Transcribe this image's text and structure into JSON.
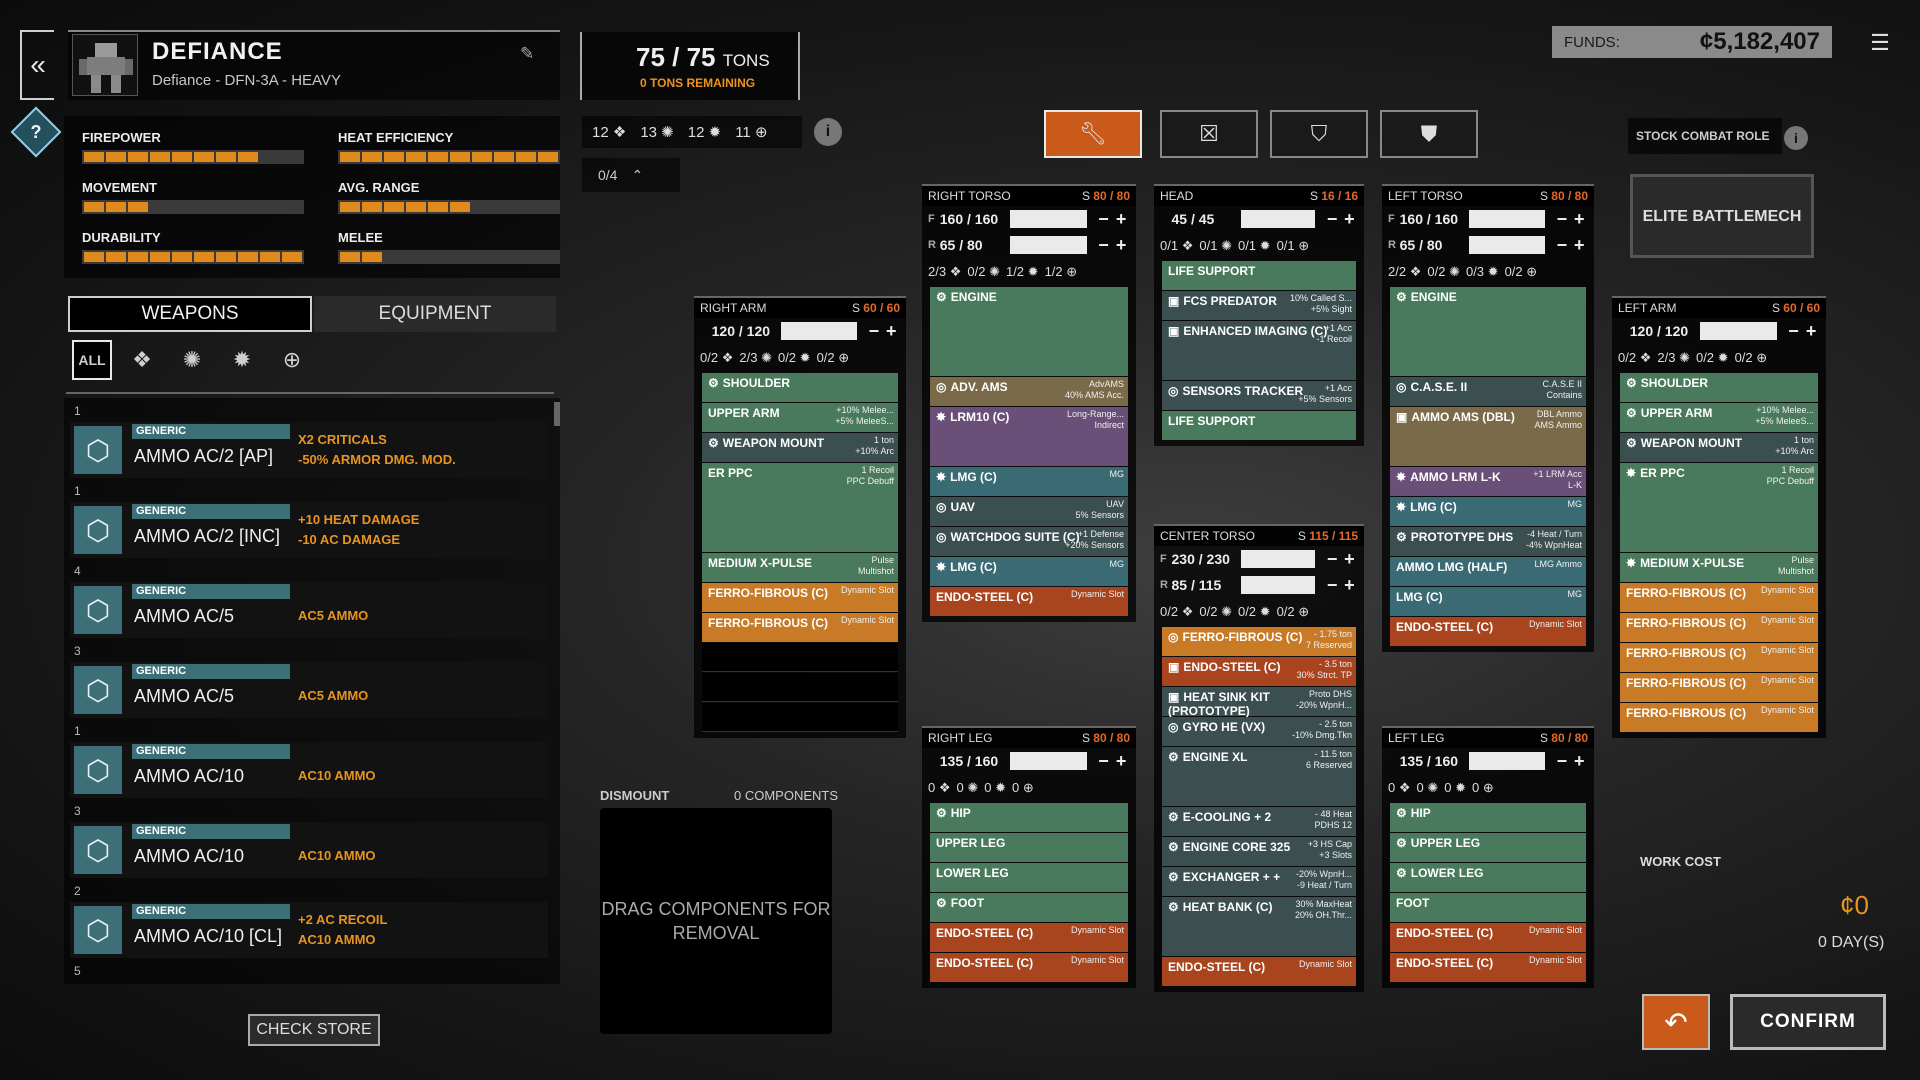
{
  "header": {
    "mech_name": "DEFIANCE",
    "mech_variant": "Defiance - DFN-3A - HEAVY"
  },
  "stats": [
    {
      "label": "FIREPOWER",
      "level": 8,
      "max": 10
    },
    {
      "label": "HEAT EFFICIENCY",
      "level": 10,
      "max": 10
    },
    {
      "label": "MOVEMENT",
      "level": 3,
      "max": 10
    },
    {
      "label": "AVG. RANGE",
      "level": 6,
      "max": 10
    },
    {
      "label": "DURABILITY",
      "level": 10,
      "max": 10
    },
    {
      "label": "MELEE",
      "level": 2,
      "max": 10
    }
  ],
  "tabs": {
    "weapons": "WEAPONS",
    "equipment": "EQUIPMENT"
  },
  "filters": {
    "all": "ALL"
  },
  "inventory": [
    {
      "count": "1",
      "category": "GENERIC",
      "name": "AMMO AC/2 [AP]",
      "desc1": "X2 CRITICALS",
      "desc2": "-50% ARMOR DMG. MOD."
    },
    {
      "count": "1",
      "category": "GENERIC",
      "name": "AMMO AC/2 [INC]",
      "desc1": "+10 HEAT DAMAGE",
      "desc2": "-10 AC DAMAGE"
    },
    {
      "count": "4",
      "category": "GENERIC",
      "name": "AMMO AC/5",
      "desc1": "AC5 AMMO",
      "desc2": ""
    },
    {
      "count": "3",
      "category": "GENERIC",
      "name": "AMMO AC/5",
      "desc1": "AC5 AMMO",
      "desc2": ""
    },
    {
      "count": "1",
      "category": "GENERIC",
      "name": "AMMO AC/10",
      "desc1": "AC10 AMMO",
      "desc2": ""
    },
    {
      "count": "3",
      "category": "GENERIC",
      "name": "AMMO AC/10",
      "desc1": "AC10 AMMO",
      "desc2": ""
    },
    {
      "count": "2",
      "category": "GENERIC",
      "name": "AMMO AC/10 [CL]",
      "desc1": "+2 AC RECOIL",
      "desc2": "AC10 AMMO"
    },
    {
      "count": "5",
      "category": "",
      "name": "",
      "desc1": "",
      "desc2": ""
    }
  ],
  "check_store": "CHECK STORE",
  "tonnage": {
    "current": "75",
    "max": "75",
    "unit": "TONS",
    "remaining": "0 TONS REMAINING"
  },
  "hardpoints": {
    "ballistic": "12",
    "energy": "13",
    "missile": "12",
    "support": "11",
    "jumpjets": "0/4"
  },
  "funds": {
    "label": "FUNDS:",
    "value": "¢5,182,407"
  },
  "stock_role": {
    "label": "STOCK COMBAT ROLE",
    "role": "ELITE BATTLEMECH"
  },
  "dismount": {
    "label": "DISMOUNT",
    "count": "0 COMPONENTS",
    "hint": "DRAG COMPONENTS FOR REMOVAL"
  },
  "work": {
    "label": "WORK COST",
    "value": "¢0",
    "days": "0 DAY(S)"
  },
  "confirm": "CONFIRM",
  "locations": {
    "right_arm": {
      "name": "RIGHT ARM",
      "s_label": "S",
      "structure": "60 / 60",
      "armor": [
        {
          "side": "",
          "val": "120 / 120"
        }
      ],
      "hp": [
        "0/2",
        "2/3",
        "0/2",
        "0/2"
      ],
      "slots": [
        {
          "name": "SHOULDER",
          "bonus": "",
          "color": "green",
          "icon": "⚙"
        },
        {
          "name": "UPPER ARM",
          "bonus": "+10% Melee...\n+5% MeleeS...",
          "color": "green",
          "icon": ""
        },
        {
          "name": "WEAPON MOUNT",
          "bonus": "1 ton\n+10% Arc",
          "color": "gray",
          "icon": "⚙"
        },
        {
          "name": "ER PPC",
          "bonus": "1 Recoil\nPPC Debuff",
          "color": "green",
          "icon": "",
          "tall": 3
        },
        {
          "name": "MEDIUM X-PULSE",
          "bonus": "Pulse\nMultishot",
          "color": "green",
          "icon": ""
        },
        {
          "name": "FERRO-FIBROUS (C)",
          "bonus": "Dynamic Slot",
          "color": "orange",
          "icon": ""
        },
        {
          "name": "FERRO-FIBROUS (C)",
          "bonus": "Dynamic Slot",
          "color": "orange",
          "icon": ""
        },
        {
          "name": "",
          "bonus": "",
          "color": "empty",
          "icon": ""
        },
        {
          "name": "",
          "bonus": "",
          "color": "empty",
          "icon": ""
        },
        {
          "name": "",
          "bonus": "",
          "color": "empty",
          "icon": ""
        }
      ]
    },
    "right_torso": {
      "name": "RIGHT TORSO",
      "s_label": "S",
      "structure": "80 / 80",
      "armor": [
        {
          "side": "F",
          "val": "160 / 160"
        },
        {
          "side": "R",
          "val": "65 / 80"
        }
      ],
      "hp": [
        "2/3",
        "0/2",
        "1/2",
        "1/2"
      ],
      "slots": [
        {
          "name": "ENGINE",
          "bonus": "",
          "color": "green",
          "icon": "⚙",
          "tall": 3
        },
        {
          "name": "ADV. AMS",
          "bonus": "AdvAMS\n40% AMS Acc.",
          "color": "tan",
          "icon": "◎"
        },
        {
          "name": "LRM10 (C)",
          "bonus": "Long-Range...\nIndirect",
          "color": "purple",
          "icon": "✸",
          "tall": 2
        },
        {
          "name": "LMG (C)",
          "bonus": "MG",
          "color": "teal",
          "icon": "✸"
        },
        {
          "name": "UAV",
          "bonus": "UAV\n5% Sensors",
          "color": "gray",
          "icon": "◎"
        },
        {
          "name": "WATCHDOG SUITE (C)",
          "bonus": "+1 Defense\n+20% Sensors",
          "color": "gray",
          "icon": "◎"
        },
        {
          "name": "LMG (C)",
          "bonus": "MG",
          "color": "teal",
          "icon": "✸"
        },
        {
          "name": "ENDO-STEEL (C)",
          "bonus": "Dynamic Slot",
          "color": "red",
          "icon": ""
        }
      ]
    },
    "head": {
      "name": "HEAD",
      "s_label": "S",
      "structure": "16 / 16",
      "armor": [
        {
          "side": "",
          "val": "45 / 45"
        }
      ],
      "hp": [
        "0/1",
        "0/1",
        "0/1",
        "0/1"
      ],
      "slots": [
        {
          "name": "LIFE SUPPORT",
          "bonus": "",
          "color": "green",
          "icon": ""
        },
        {
          "name": "FCS PREDATOR",
          "bonus": "10% Called S...\n+5% Sight",
          "color": "gray",
          "icon": "▣"
        },
        {
          "name": "ENHANCED IMAGING (C)",
          "bonus": "+1 Acc\n-1 Recoil",
          "color": "gray",
          "icon": "▣",
          "tall": 2
        },
        {
          "name": "SENSORS TRACKER",
          "bonus": "+1 Acc\n+5% Sensors",
          "color": "gray",
          "icon": "◎"
        },
        {
          "name": "LIFE SUPPORT",
          "bonus": "",
          "color": "green",
          "icon": ""
        }
      ]
    },
    "center_torso": {
      "name": "CENTER TORSO",
      "s_label": "S",
      "structure": "115 / 115",
      "armor": [
        {
          "side": "F",
          "val": "230 / 230"
        },
        {
          "side": "R",
          "val": "85 / 115"
        }
      ],
      "hp": [
        "0/2",
        "0/2",
        "0/2",
        "0/2"
      ],
      "slots": [
        {
          "name": "FERRO-FIBROUS (C)",
          "bonus": "- 1.75 ton\n7 Reserved",
          "color": "orange",
          "icon": "◎"
        },
        {
          "name": "ENDO-STEEL (C)",
          "bonus": "- 3.5 ton\n30% Strct. TP",
          "color": "red",
          "icon": "▣"
        },
        {
          "name": "HEAT SINK KIT (PROTOTYPE)",
          "bonus": "Proto DHS\n-20% WpnH...",
          "color": "gray",
          "icon": "▣"
        },
        {
          "name": "GYRO HE (VX)",
          "bonus": "- 2.5 ton\n-10% Dmg.Tkn",
          "color": "gray",
          "icon": "◎"
        },
        {
          "name": "ENGINE XL",
          "bonus": "- 11.5 ton\n6 Reserved",
          "color": "gray",
          "icon": "⚙",
          "tall": 2
        },
        {
          "name": "E-COOLING + 2",
          "bonus": "- 48 Heat\nPDHS 12",
          "color": "gray",
          "icon": "⚙"
        },
        {
          "name": "ENGINE CORE 325",
          "bonus": "+3 HS Cap\n+3 Slots",
          "color": "gray",
          "icon": "⚙"
        },
        {
          "name": "EXCHANGER + +",
          "bonus": "-20% WpnH...\n-9 Heat / Turn",
          "color": "gray",
          "icon": "⚙"
        },
        {
          "name": "HEAT BANK (C)",
          "bonus": "30% MaxHeat\n20% OH.Thr...",
          "color": "gray",
          "icon": "⚙",
          "tall": 2
        },
        {
          "name": "ENDO-STEEL (C)",
          "bonus": "Dynamic Slot",
          "color": "red",
          "icon": ""
        }
      ]
    },
    "left_torso": {
      "name": "LEFT TORSO",
      "s_label": "S",
      "structure": "80 / 80",
      "armor": [
        {
          "side": "F",
          "val": "160 / 160"
        },
        {
          "side": "R",
          "val": "65 / 80"
        }
      ],
      "hp": [
        "2/2",
        "0/2",
        "0/3",
        "0/2"
      ],
      "slots": [
        {
          "name": "ENGINE",
          "bonus": "",
          "color": "green",
          "icon": "⚙",
          "tall": 3
        },
        {
          "name": "C.A.S.E. II",
          "bonus": "C.A.S.E II\nContains",
          "color": "gray",
          "icon": "◎"
        },
        {
          "name": "AMMO AMS (DBL)",
          "bonus": "DBL Ammo\nAMS Ammo",
          "color": "tan",
          "icon": "▣",
          "tall": 2
        },
        {
          "name": "AMMO LRM L-K",
          "bonus": "+1 LRM Acc\nL-K",
          "color": "purple",
          "icon": "✸"
        },
        {
          "name": "LMG (C)",
          "bonus": "MG",
          "color": "teal",
          "icon": "✸"
        },
        {
          "name": "PROTOTYPE DHS",
          "bonus": "-4 Heat / Turn\n-4% WpnHeat",
          "color": "gray",
          "icon": "⚙"
        },
        {
          "name": "AMMO LMG (HALF)",
          "bonus": "LMG Ammo",
          "color": "teal",
          "icon": ""
        },
        {
          "name": "LMG (C)",
          "bonus": "MG",
          "color": "teal",
          "icon": ""
        },
        {
          "name": "ENDO-STEEL (C)",
          "bonus": "Dynamic Slot",
          "color": "red",
          "icon": ""
        }
      ]
    },
    "left_arm": {
      "name": "LEFT ARM",
      "s_label": "S",
      "structure": "60 / 60",
      "armor": [
        {
          "side": "",
          "val": "120 / 120"
        }
      ],
      "hp": [
        "0/2",
        "2/3",
        "0/2",
        "0/2"
      ],
      "slots": [
        {
          "name": "SHOULDER",
          "bonus": "",
          "color": "green",
          "icon": "⚙"
        },
        {
          "name": "UPPER ARM",
          "bonus": "+10% Melee...\n+5% MeleeS...",
          "color": "green",
          "icon": "⚙"
        },
        {
          "name": "WEAPON MOUNT",
          "bonus": "1 ton\n+10% Arc",
          "color": "gray",
          "icon": "⚙"
        },
        {
          "name": "ER PPC",
          "bonus": "1 Recoil\nPPC Debuff",
          "color": "green",
          "icon": "✸",
          "tall": 3
        },
        {
          "name": "MEDIUM X-PULSE",
          "bonus": "Pulse\nMultishot",
          "color": "green",
          "icon": "✸"
        },
        {
          "name": "FERRO-FIBROUS (C)",
          "bonus": "Dynamic Slot",
          "color": "orange",
          "icon": ""
        },
        {
          "name": "FERRO-FIBROUS (C)",
          "bonus": "Dynamic Slot",
          "color": "orange",
          "icon": ""
        },
        {
          "name": "FERRO-FIBROUS (C)",
          "bonus": "Dynamic Slot",
          "color": "orange",
          "icon": ""
        },
        {
          "name": "FERRO-FIBROUS (C)",
          "bonus": "Dynamic Slot",
          "color": "orange",
          "icon": ""
        },
        {
          "name": "FERRO-FIBROUS (C)",
          "bonus": "Dynamic Slot",
          "color": "orange",
          "icon": ""
        }
      ]
    },
    "right_leg": {
      "name": "RIGHT LEG",
      "s_label": "S",
      "structure": "80 / 80",
      "armor": [
        {
          "side": "",
          "val": "135 / 160"
        }
      ],
      "hp": [
        "0",
        "0",
        "0",
        "0"
      ],
      "slots": [
        {
          "name": "HIP",
          "bonus": "",
          "color": "green",
          "icon": "⚙"
        },
        {
          "name": "UPPER LEG",
          "bonus": "",
          "color": "green",
          "icon": ""
        },
        {
          "name": "LOWER LEG",
          "bonus": "",
          "color": "green",
          "icon": ""
        },
        {
          "name": "FOOT",
          "bonus": "",
          "color": "green",
          "icon": "⚙"
        },
        {
          "name": "ENDO-STEEL (C)",
          "bonus": "Dynamic Slot",
          "color": "red",
          "icon": ""
        },
        {
          "name": "ENDO-STEEL (C)",
          "bonus": "Dynamic Slot",
          "color": "red",
          "icon": ""
        }
      ]
    },
    "left_leg": {
      "name": "LEFT LEG",
      "s_label": "S",
      "structure": "80 / 80",
      "armor": [
        {
          "side": "",
          "val": "135 / 160"
        }
      ],
      "hp": [
        "0",
        "0",
        "0",
        "0"
      ],
      "slots": [
        {
          "name": "HIP",
          "bonus": "",
          "color": "green",
          "icon": "⚙"
        },
        {
          "name": "UPPER LEG",
          "bonus": "",
          "color": "green",
          "icon": "⚙"
        },
        {
          "name": "LOWER LEG",
          "bonus": "",
          "color": "green",
          "icon": "⚙"
        },
        {
          "name": "FOOT",
          "bonus": "",
          "color": "green",
          "icon": ""
        },
        {
          "name": "ENDO-STEEL (C)",
          "bonus": "Dynamic Slot",
          "color": "red",
          "icon": ""
        },
        {
          "name": "ENDO-STEEL (C)",
          "bonus": "Dynamic Slot",
          "color": "red",
          "icon": ""
        }
      ]
    }
  }
}
